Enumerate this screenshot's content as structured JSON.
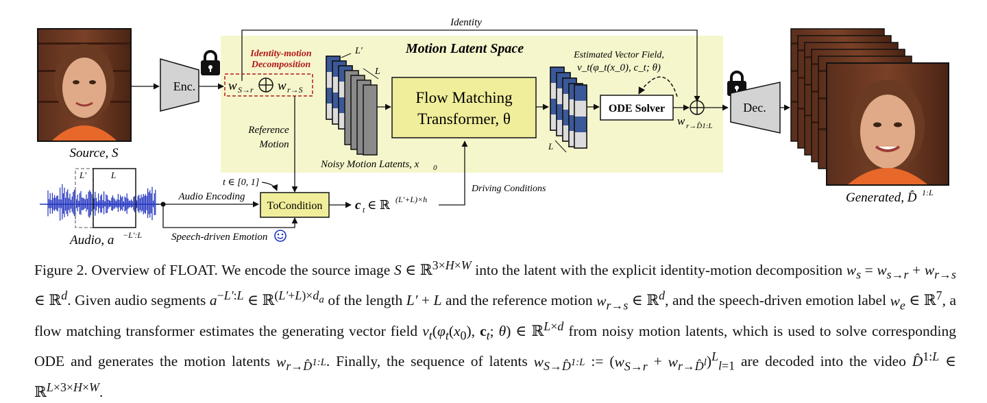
{
  "figure": {
    "identity_label": "Identity",
    "latent_space_title": "Motion Latent Space",
    "source_label": "Source, S",
    "encoder_label": "Enc.",
    "decoder_label": "Dec.",
    "decomposition_label_1": "Identity-motion",
    "decomposition_label_2": "Decomposition",
    "w_source": "w",
    "w_source_sub": "S→r",
    "w_ref": "w",
    "w_ref_sub": "r→S",
    "reference_motion_1": "Reference",
    "reference_motion_2": "Motion",
    "noisy_latents_label": "Noisy Motion Latents, x",
    "noisy_latents_sub": "0",
    "fmt_line1": "Flow Matching",
    "fmt_line2": "Transformer, θ",
    "vector_field_label": "Estimated Vector Field,",
    "vector_field_formula": "v_t(φ_t(x_0), c_t; θ)",
    "ode_solver": "ODE Solver",
    "w_out": "w",
    "w_out_sub": "r→D̂1:L",
    "generated_label": "Generated, D̂",
    "generated_sup": "1:L",
    "audio_label": "Audio, a",
    "audio_sup": "−L′:L",
    "audio_encoding": "Audio Encoding",
    "speech_emotion": "Speech-driven Emotion",
    "emotion_icon": "smiley-icon",
    "t_range": "t ∈ [0, 1]",
    "to_condition": "ToCondition",
    "ct_label": "c",
    "ct_sub": "t",
    "ct_rest": " ∈ ℝ",
    "ct_sup": "(L′+L)×h",
    "driving_conditions": "Driving Conditions",
    "L_prime": "L′",
    "L": "L",
    "lock_icon": "lock-icon"
  },
  "caption": {
    "lead": "Figure 2. Overview of FLOAT. We encode the source image ",
    "l1": "into the latent with the explicit identity-motion decomposition",
    "l2a": ". Given audio segments ",
    "l2b": "of the length ",
    "l2c": "and the reference motion ",
    "l3a": "and the speech-driven emotion label ",
    "l3b": ", a flow matching transformer estimates the generating vector field ",
    "l4a": "from noisy motion latents, which is used to solve corresponding ODE and generates the motion latents ",
    "l4b": ". Finally, the sequence of",
    "l5a": "latents ",
    "l5b": "are decoded into the video "
  },
  "colors": {
    "latent_bg": "#f6f6cd",
    "box_yellow": "#f0ee9a",
    "latent_blue": "#3b5998",
    "latent_gray": "#8a8a8a",
    "decomp_red": "#b01818",
    "audio_blue": "#1d2fbf"
  }
}
